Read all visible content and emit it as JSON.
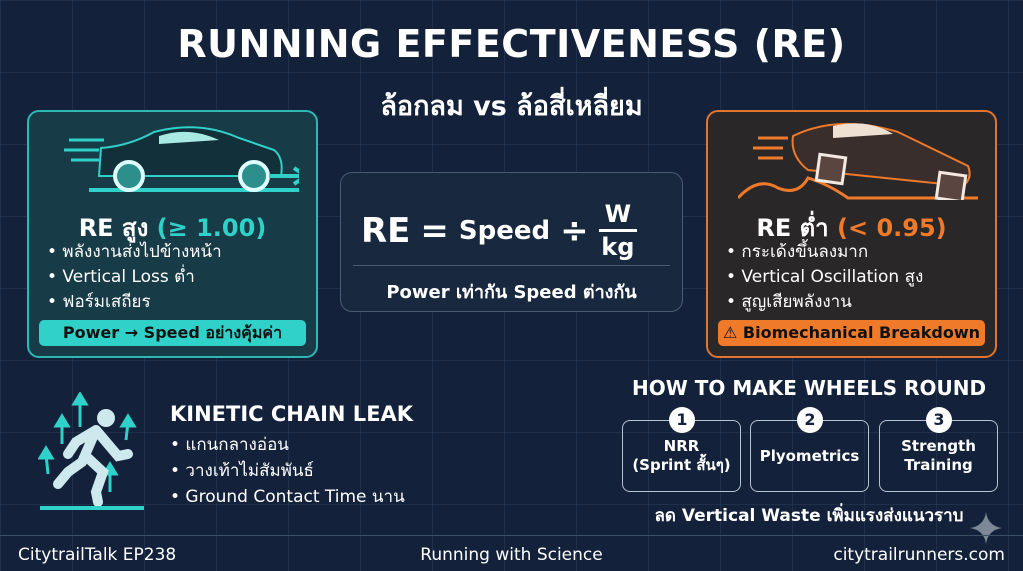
{
  "title": "RUNNING EFFECTIVENESS (RE)",
  "subtitle": "ล้อกลม vs ล้อสี่เหลี่ยม",
  "high": {
    "label": "RE สูง",
    "threshold": "(≥ 1.00)",
    "bullets": [
      "• พลังงานส่งไปข้างหน้า",
      "• Vertical Loss ต่ำ",
      "• ฟอร์มเสถียร"
    ],
    "tag": "Power → Speed อย่างคุ้มค่า",
    "color": "#2fd1c8"
  },
  "formula": {
    "lhs": "RE",
    "eq": "=",
    "speed": "Speed",
    "div": "÷",
    "num": "W",
    "den": "kg",
    "note": "Power เท่ากัน Speed ต่างกัน"
  },
  "low": {
    "label": "RE ต่ำ",
    "threshold": "(< 0.95)",
    "bullets": [
      "• กระเด้งขึ้นลงมาก",
      "• Vertical Oscillation สูง",
      "• สูญเสียพลังงาน"
    ],
    "tag": "⚠ Biomechanical Breakdown",
    "color": "#ee7a2a"
  },
  "kinetic": {
    "title": "KINETIC CHAIN LEAK",
    "bullets": [
      "• แกนกลางอ่อน",
      "• วางเท้าไม่สัมพันธ์",
      "• Ground Contact Time นาน"
    ]
  },
  "how": {
    "title": "HOW TO MAKE WHEELS ROUND",
    "steps": [
      {
        "n": "1",
        "l1": "NRR",
        "l2": "(Sprint สั้นๆ)"
      },
      {
        "n": "2",
        "l1": "Plyometrics",
        "l2": ""
      },
      {
        "n": "3",
        "l1": "Strength",
        "l2": "Training"
      }
    ],
    "note": "ลด Vertical Waste เพิ่มแรงส่งแนวราบ"
  },
  "footer": {
    "left": "CitytrailTalk EP238",
    "center": "Running with Science",
    "right": "citytrailrunners.com"
  }
}
